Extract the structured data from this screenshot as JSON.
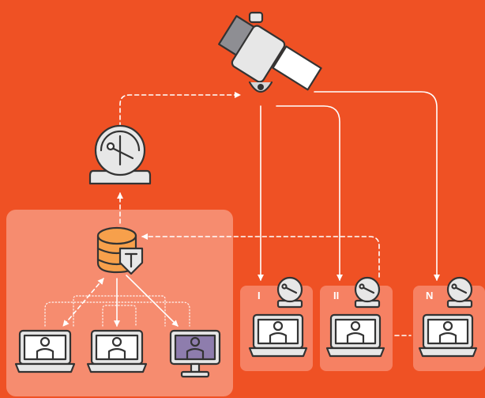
{
  "colors": {
    "background": "#ef5124",
    "panel": "#f7977c",
    "device_fill": "#e7e7e7",
    "outline": "#333333",
    "database": "#f7a04b",
    "highlight_screen": "#8e7dad",
    "arrows": "#ffffff"
  },
  "icons": {
    "satellite": "satellite-icon",
    "ground_station": "satellite-dish-icon",
    "server": "database-icon",
    "protection": "shield-icon",
    "laptop": "laptop-user-icon",
    "monitor": "monitor-user-icon"
  },
  "receivers": [
    {
      "label": "I"
    },
    {
      "label": "II"
    },
    {
      "label": "N"
    }
  ]
}
